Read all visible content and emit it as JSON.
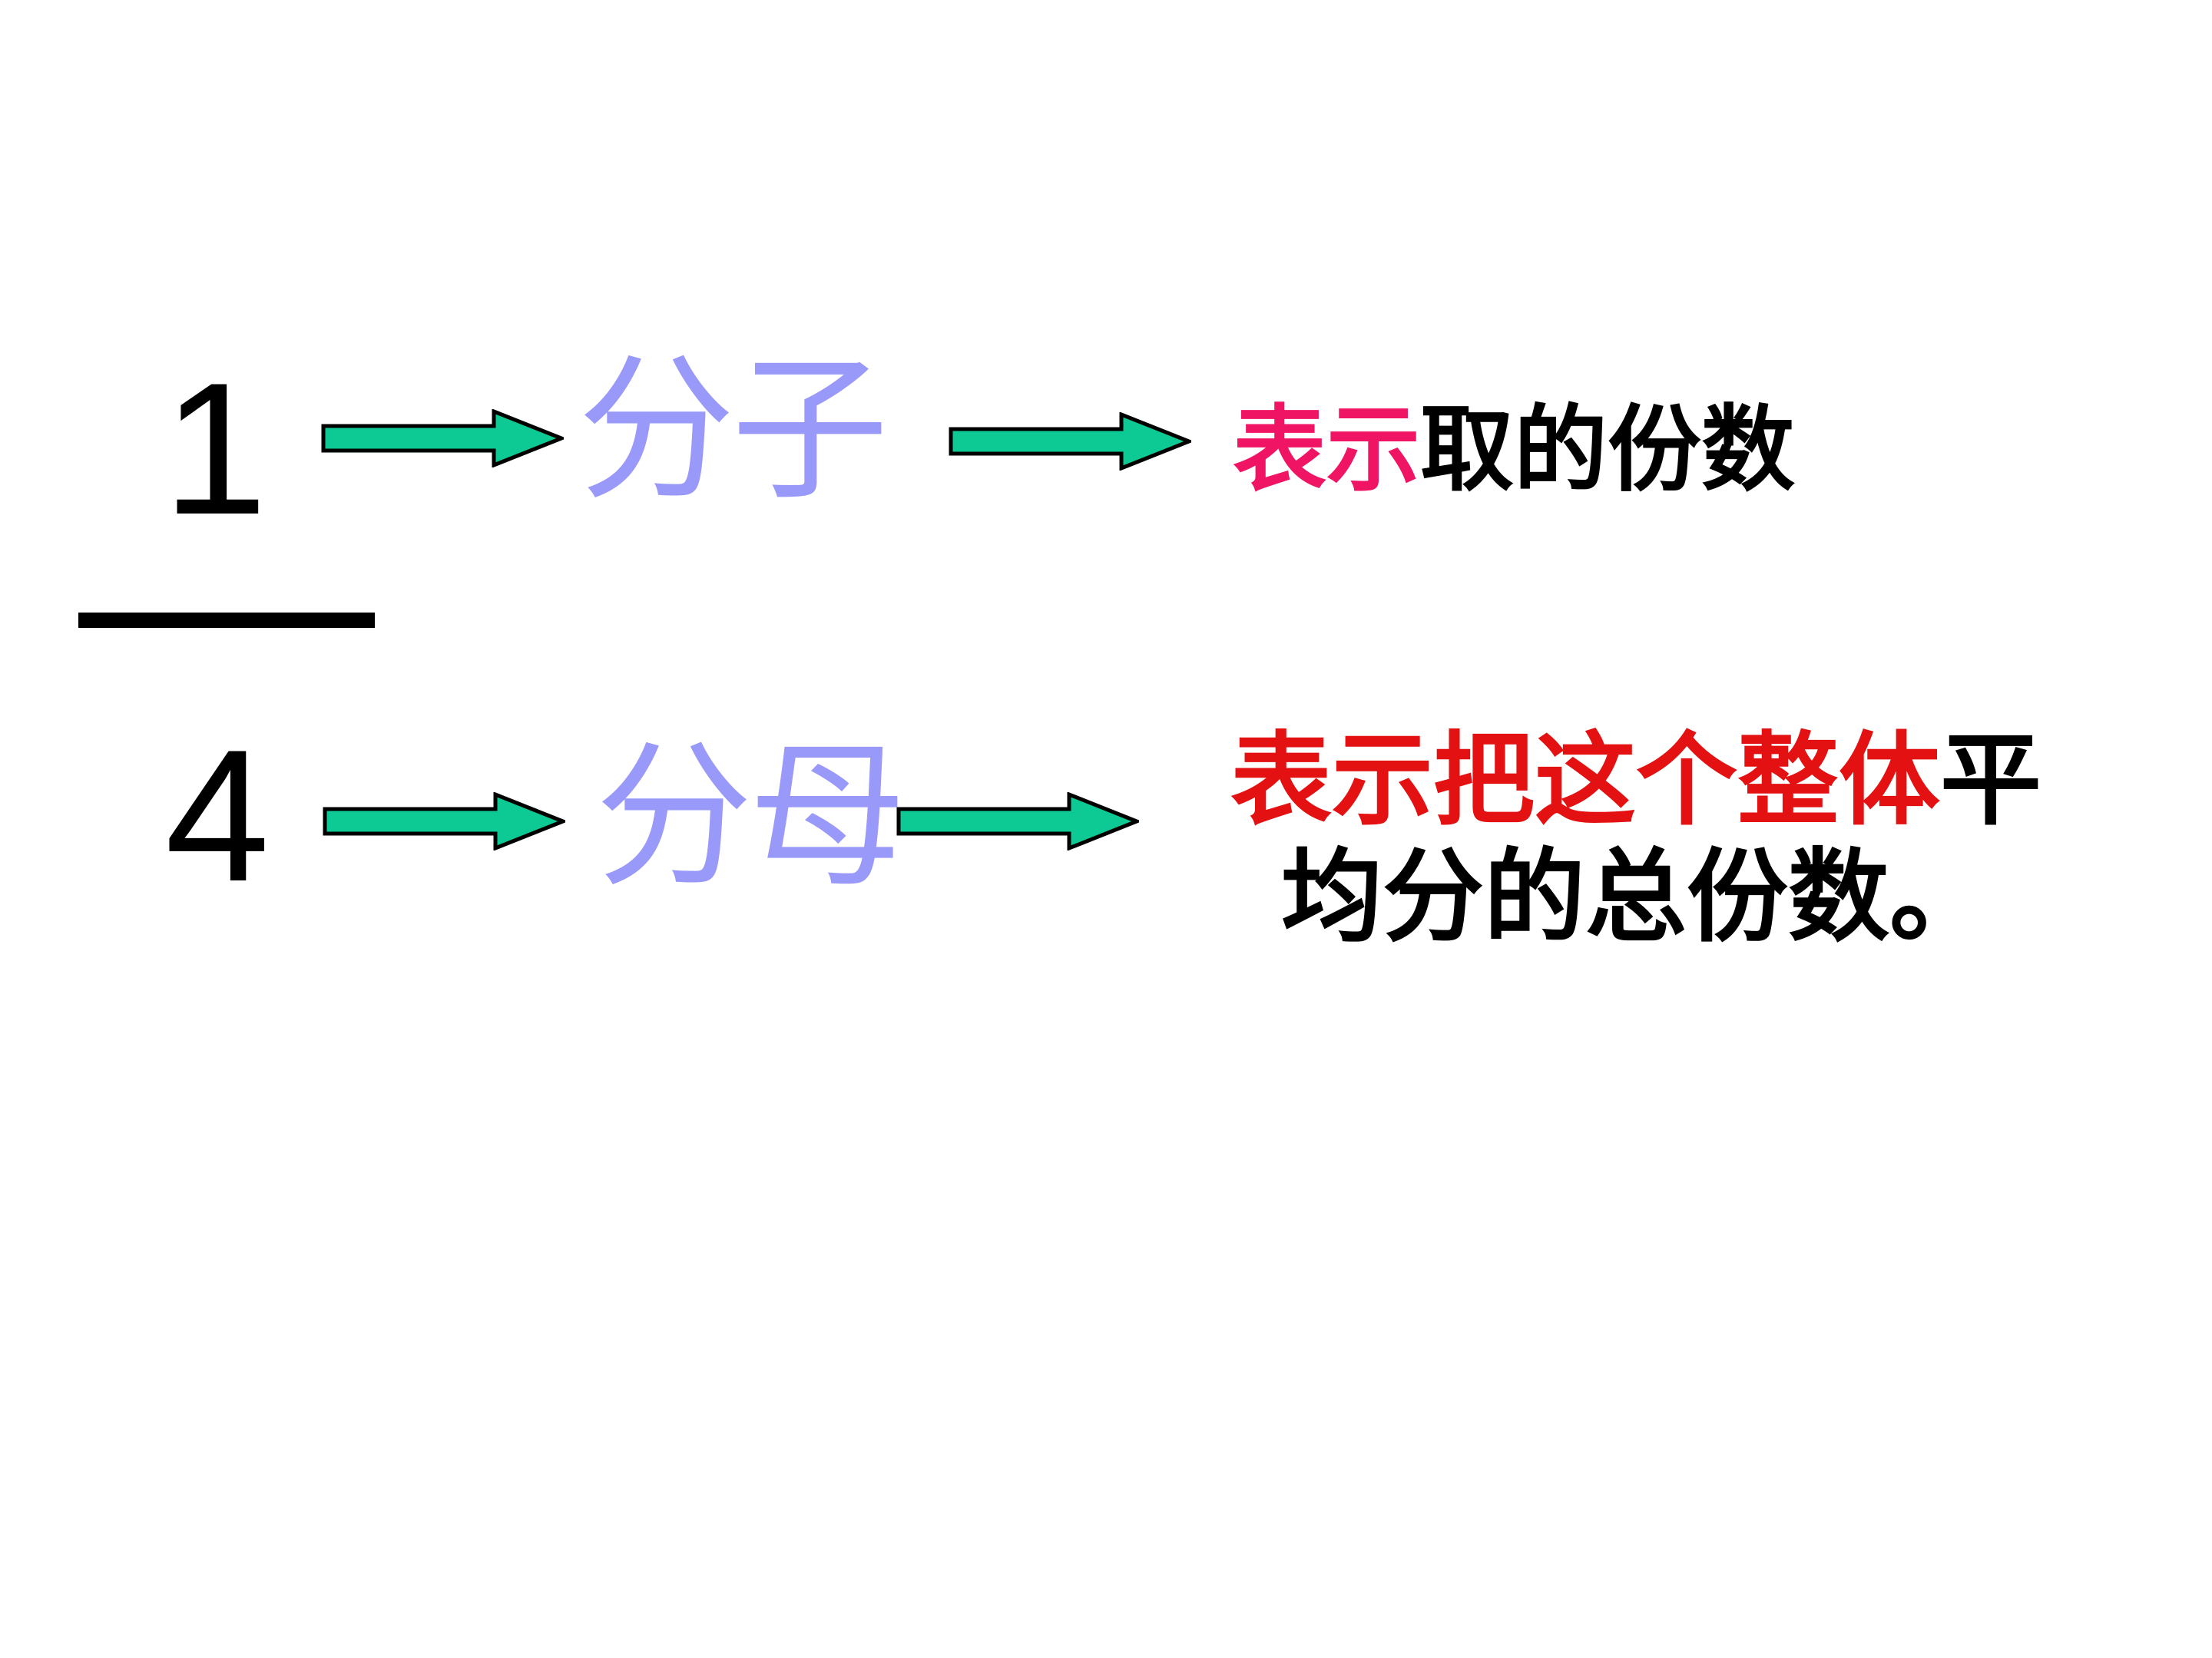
{
  "fraction": {
    "numerator": "1",
    "denominator": "4"
  },
  "row_numerator": {
    "term_label": "分子",
    "description_highlight": "表示",
    "description_rest": "取的份数"
  },
  "row_denominator": {
    "term_label": "分母",
    "description_highlight": "表示把这个整体",
    "description_line1_rest": "平",
    "description_line2": "均分的总份数。"
  },
  "colors": {
    "arrow_fill": "#0DC993",
    "arrow_outline": "#000000",
    "term_color": "#9999FA",
    "numerator_highlight": "#F01464",
    "denominator_highlight": "#E31111",
    "text_color": "#000000"
  }
}
